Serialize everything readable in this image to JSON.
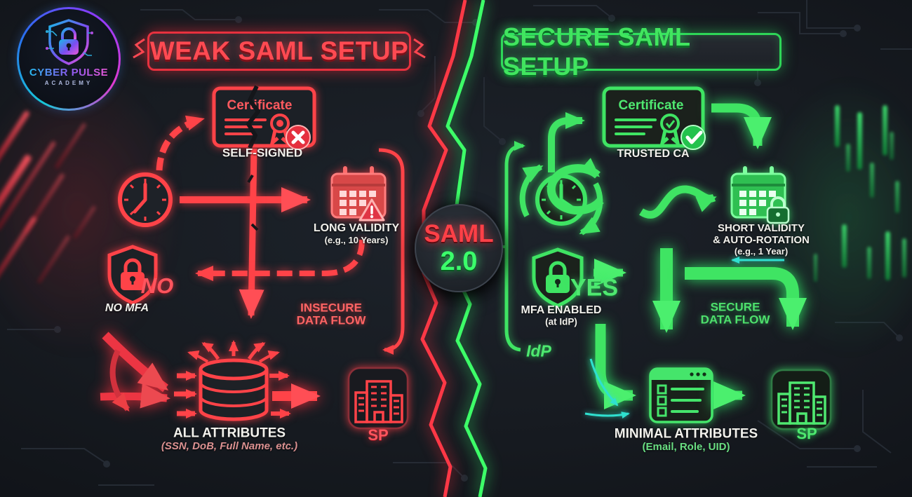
{
  "logo": {
    "line1": "CYBER PULSE",
    "line2": "ACADEMY"
  },
  "center": {
    "badge_title": "SAML",
    "badge_version": "2.0"
  },
  "weak": {
    "title": "WEAK SAML SETUP",
    "certificate_label": "Certificate",
    "self_signed": "SELF-SIGNED",
    "long_validity": "LONG VALIDITY",
    "long_validity_sub": "(e.g., 10 Years)",
    "no": "NO",
    "no_mfa": "NO MFA",
    "insecure1": "INSECURE",
    "insecure2": "DATA FLOW",
    "all_attributes": "ALL ATTRIBUTES",
    "all_attributes_sub": "(SSN, DoB, Full Name, etc.)",
    "sp": "SP"
  },
  "secure": {
    "title": "SECURE SAML SETUP",
    "certificate_label": "Certificate",
    "trusted_ca": "TRUSTED CA",
    "short_validity1": "SHORT VALIDITY",
    "short_validity2": "& AUTO-ROTATION",
    "short_validity_sub": "(e.g., 1 Year)",
    "yes": "YES",
    "mfa_enabled": "MFA ENABLED",
    "mfa_enabled_sub": "(at IdP)",
    "idp": "IdP",
    "secure1": "SECURE",
    "secure2": "DATA FLOW",
    "minimal_attributes": "MINIMAL ATTRIBUTES",
    "minimal_attributes_sub": "(Email, Role, UID)",
    "sp": "SP"
  },
  "colors": {
    "red": "#ff4348",
    "green": "#3fe463",
    "cyan": "#2fe0cf",
    "background": "#171b21",
    "white_text": "#f2f1ec"
  }
}
